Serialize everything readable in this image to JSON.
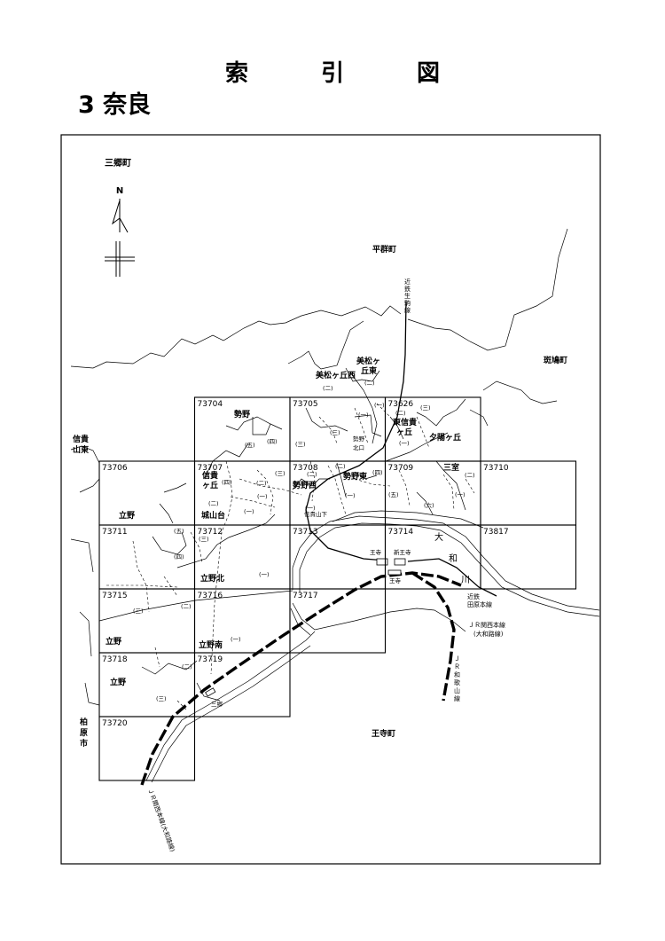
{
  "title_chars": [
    "索",
    "引",
    "図"
  ],
  "subtitle": "3 奈良",
  "compass_label": "N",
  "tiles": [
    {
      "id": "73626",
      "c": 3,
      "r": 0
    },
    {
      "id": "73704",
      "c": 1,
      "r": 0
    },
    {
      "id": "73705",
      "c": 2,
      "r": 0
    },
    {
      "id": "73706",
      "c": 0,
      "r": 1
    },
    {
      "id": "73707",
      "c": 1,
      "r": 1
    },
    {
      "id": "73708",
      "c": 2,
      "r": 1
    },
    {
      "id": "73709",
      "c": 3,
      "r": 1
    },
    {
      "id": "73710",
      "c": 4,
      "r": 1
    },
    {
      "id": "73711",
      "c": 0,
      "r": 2
    },
    {
      "id": "73712",
      "c": 1,
      "r": 2
    },
    {
      "id": "73713",
      "c": 2,
      "r": 2
    },
    {
      "id": "73714",
      "c": 3,
      "r": 2
    },
    {
      "id": "73817",
      "c": 4,
      "r": 2
    },
    {
      "id": "73715",
      "c": 0,
      "r": 3
    },
    {
      "id": "73716",
      "c": 1,
      "r": 3
    },
    {
      "id": "73717",
      "c": 2,
      "r": 3
    },
    {
      "id": "73718",
      "c": 0,
      "r": 4
    },
    {
      "id": "73719",
      "c": 1,
      "r": 4
    },
    {
      "id": "73720",
      "c": 0,
      "r": 5
    }
  ],
  "places": {
    "sango": "三郷町",
    "heguri": "平群町",
    "ikaruga": "斑鳩町",
    "kashiba": "柏原市",
    "ouji_cho": "王寺町",
    "shigi_higashi_1": "信貴",
    "shigi_higashi_2": "山東",
    "misato": "三室",
    "yuhigaoka": "夕陽ヶ丘",
    "higashi_shigigaoka_1": "東信貴",
    "higashi_shigigaoka_2": "ヶ丘",
    "seiya": "勢野",
    "seiya_nishi": "勢野西",
    "seiya_higashi": "勢野東",
    "seiya_kitaguchi_1": "勢野",
    "seiya_kitaguchi_2": "北口",
    "shigigaoka_1": "信貴",
    "shigigaoka_2": "ヶ丘",
    "jozandai": "城山台",
    "tatsuno_1": "立野",
    "tatsuno_kita": "立野北",
    "tatsuno_2": "立野",
    "tatsuno_minami": "立野南",
    "tatsuno_3": "立野",
    "mimatsugaoka_nishi": "美松ヶ丘西",
    "mimatsugaoka_higashi_1": "美松ヶ",
    "mimatsugaoka_higashi_2": "丘東",
    "shigisanshita": "信貴山下",
    "sango_station": "三郷"
  },
  "chome": {
    "ni": "(二)",
    "ichi": "(一)",
    "san": "(三)",
    "yon": "(四)",
    "go": "(五)",
    "roku": "(六)"
  },
  "stations": {
    "ouji_1": "王寺",
    "shin_ouji": "新王寺",
    "ouji_2": "王寺"
  },
  "river": [
    "大",
    "和",
    "川"
  ],
  "rail_labels": {
    "kintetsu_ikoma": "近鉄生駒線",
    "kintetsu_tawaramoto_1": "近鉄",
    "kintetsu_tawaramoto_2": "田原本線",
    "jr_kansai_1": "ＪＲ関西本線",
    "jr_kansai_2": "(大和路線)",
    "jr_wakayama": "ＪＲ和歌山線",
    "jr_kansai_sw": "ＪＲ関西本線(大和路線)"
  }
}
